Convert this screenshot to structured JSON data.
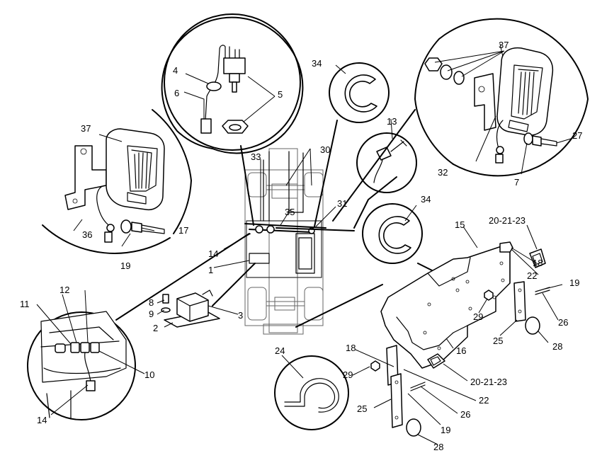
{
  "callouts": {
    "c1": "1",
    "c2": "2",
    "c3": "3",
    "c4": "4",
    "c5": "5",
    "c6": "6",
    "c7": "7",
    "c8": "8",
    "c9": "9",
    "c10": "10",
    "c11": "11",
    "c12": "12",
    "c13": "13",
    "c14a": "14",
    "c14b": "14",
    "c15": "15",
    "c16": "16",
    "c17": "17",
    "c18a": "18",
    "c18b": "18",
    "c19a": "19",
    "c19b": "19",
    "c19c": "19",
    "c20a": "20-21-23",
    "c20b": "20-21-23",
    "c22a": "22",
    "c22b": "22",
    "c24": "24",
    "c25a": "25",
    "c25b": "25",
    "c26a": "26",
    "c26b": "26",
    "c27": "27",
    "c28a": "28",
    "c28b": "28",
    "c29a": "29",
    "c29b": "29",
    "c30": "30",
    "c31": "31",
    "c32": "32",
    "c33": "33",
    "c34a": "34",
    "c34b": "34",
    "c35": "35",
    "c36": "36",
    "c37a": "37",
    "c37b": "37"
  }
}
